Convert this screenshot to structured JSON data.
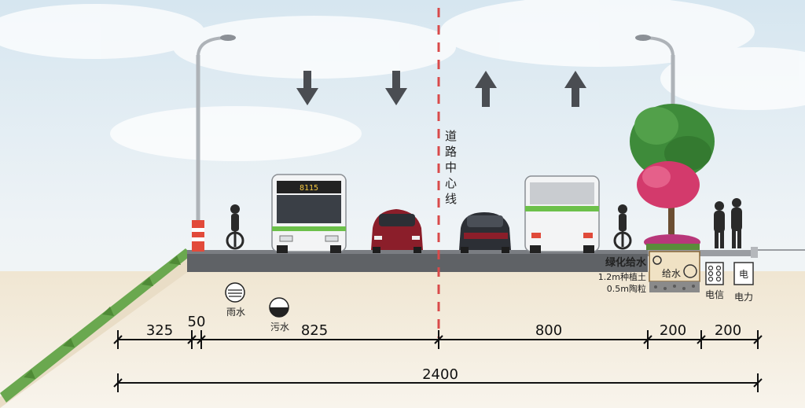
{
  "diagram": {
    "centerline_label_chars": [
      "道",
      "路",
      "中",
      "心",
      "线"
    ],
    "bus_sign": "8115",
    "labels": {
      "green_water": "绿化给水",
      "planting_soil": "1.2m种植土",
      "ceramic_grain": "0.5m陶粒",
      "water_supply": "给水",
      "telecom": "电信",
      "power": "电力",
      "power_box": "电",
      "rainwater": "雨水",
      "sewage": "污水"
    },
    "dimensions": {
      "row1": [
        "325",
        "50",
        "825",
        "800",
        "200",
        "200"
      ],
      "total": "2400"
    },
    "colors": {
      "centerline": "#d94a4a",
      "road": "#5f6266",
      "grass": "#6aa84f",
      "soil": "#efe4cf",
      "bus_stripe": "#6cc04a",
      "car": "#8b1e2a",
      "car_dark": "#2c2f35",
      "tree": "#3e8b3a",
      "flower_tree": "#d33a6c"
    }
  }
}
